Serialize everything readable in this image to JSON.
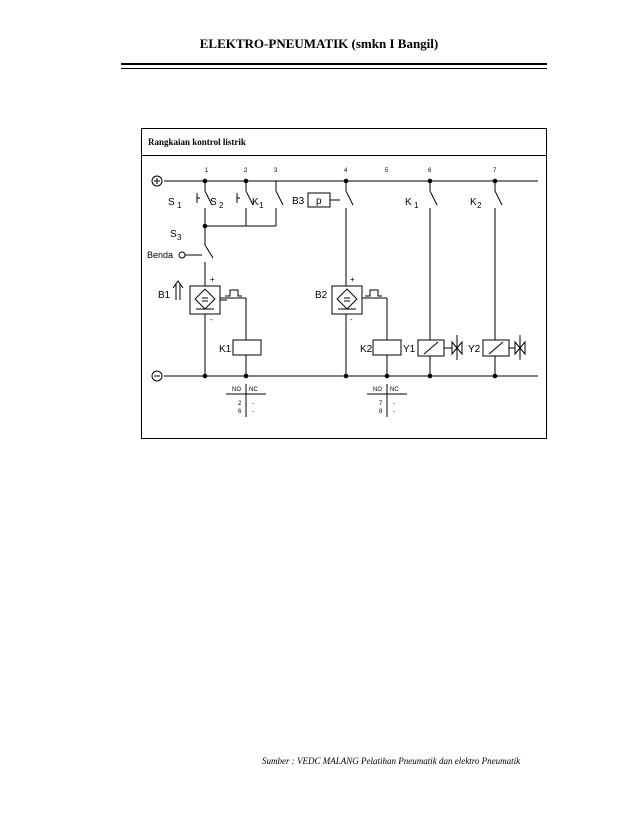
{
  "header": {
    "title": "ELEKTRO-PNEUMATIK (smkn I Bangil)"
  },
  "frame": {
    "title": "Rangkaian kontrol listrik"
  },
  "rails": {
    "plus": "+",
    "minus": "-"
  },
  "columns": [
    "1",
    "2",
    "3",
    "4",
    "5",
    "6",
    "7"
  ],
  "labels": {
    "s1_main": "S",
    "s1_sub": "1",
    "s2_main": "S",
    "s2_sub": "2",
    "k1a_main": "K",
    "k1a_sub": "1",
    "b3": "B3",
    "p": "p",
    "k1b_main": "K",
    "k1b_sub": "1",
    "k2a_main": "K",
    "k2a_sub": "2",
    "s3_main": "S",
    "s3_sub": "3",
    "benda": "Benda",
    "b1": "B1",
    "b2": "B2",
    "plus": "+",
    "minus": "-",
    "k1coil": "K1",
    "k2coil": "K2",
    "y1": "Y1",
    "y2": "Y2"
  },
  "contact_tables": [
    {
      "head_no": "NO",
      "head_nc": "NC",
      "rows": [
        [
          "2",
          "-"
        ],
        [
          "6",
          "-"
        ]
      ]
    },
    {
      "head_no": "NO",
      "head_nc": "NC",
      "rows": [
        [
          "7",
          "-"
        ],
        [
          "8",
          "-"
        ]
      ]
    }
  ],
  "source": "Sumber :   VEDC MALANG Pelatihan Pneumatik dan elektro Pneumatik"
}
